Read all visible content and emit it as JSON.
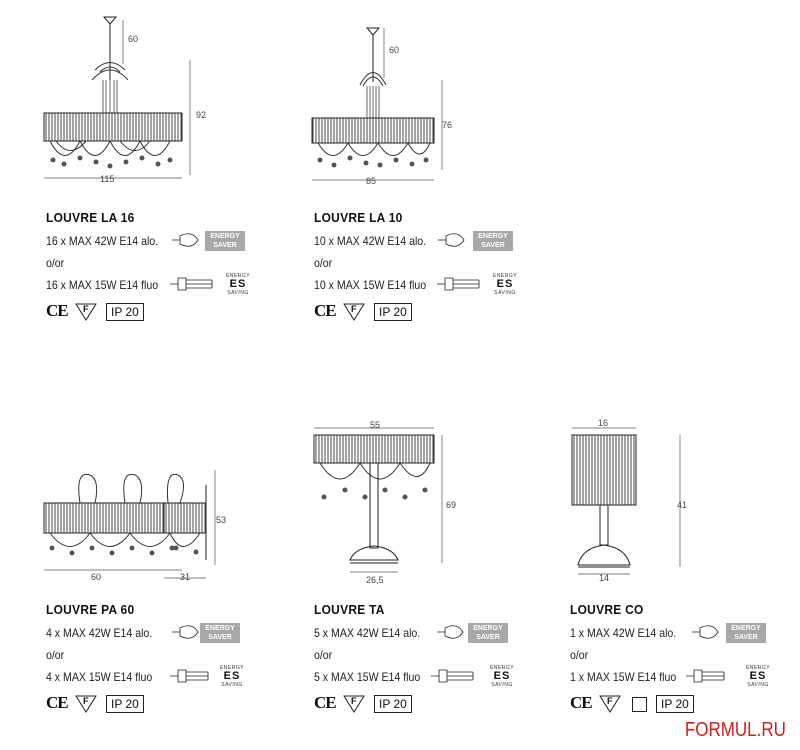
{
  "products": [
    {
      "name": "LOUVRE LA 16",
      "dims": {
        "chain": "60",
        "height": "92",
        "width": "115"
      },
      "line1": "16 x MAX 42W E14 alo.",
      "or": "o/or",
      "line2": "16 x MAX 15W E14 fluo",
      "ip": "IP 20"
    },
    {
      "name": "LOUVRE LA 10",
      "dims": {
        "chain": "60",
        "height": "76",
        "width": "85"
      },
      "line1": "10 x MAX 42W E14 alo.",
      "or": "o/or",
      "line2": "10 x MAX 15W E14 fluo",
      "ip": "IP 20"
    },
    {
      "name": "LOUVRE PA 60",
      "dims": {
        "width": "60",
        "depth": "31",
        "height": "53"
      },
      "line1": "4 x MAX 42W E14 alo.",
      "or": "o/or",
      "line2": "4 x MAX 15W E14 fluo",
      "ip": "IP 20"
    },
    {
      "name": "LOUVRE TA",
      "dims": {
        "top": "55",
        "height": "69",
        "base": "26,5"
      },
      "line1": "5 x MAX 42W E14 alo.",
      "or": "o/or",
      "line2": "5 x MAX 15W E14 fluo",
      "ip": "IP 20"
    },
    {
      "name": "LOUVRE CO",
      "dims": {
        "top": "16",
        "height": "41",
        "base": "14"
      },
      "line1": "1 x MAX 42W E14 alo.",
      "or": "o/or",
      "line2": "1 x MAX 15W E14 fluo",
      "ip": "IP 20"
    }
  ],
  "badges": {
    "saver_line1": "ENERGY",
    "saver_line2": "SAVER",
    "es_top": "ENERGY",
    "es_mid": "ES",
    "es_bot": "SAVING",
    "ce": "CE",
    "f_mark": "F"
  },
  "watermark": "FORMUL.RU"
}
